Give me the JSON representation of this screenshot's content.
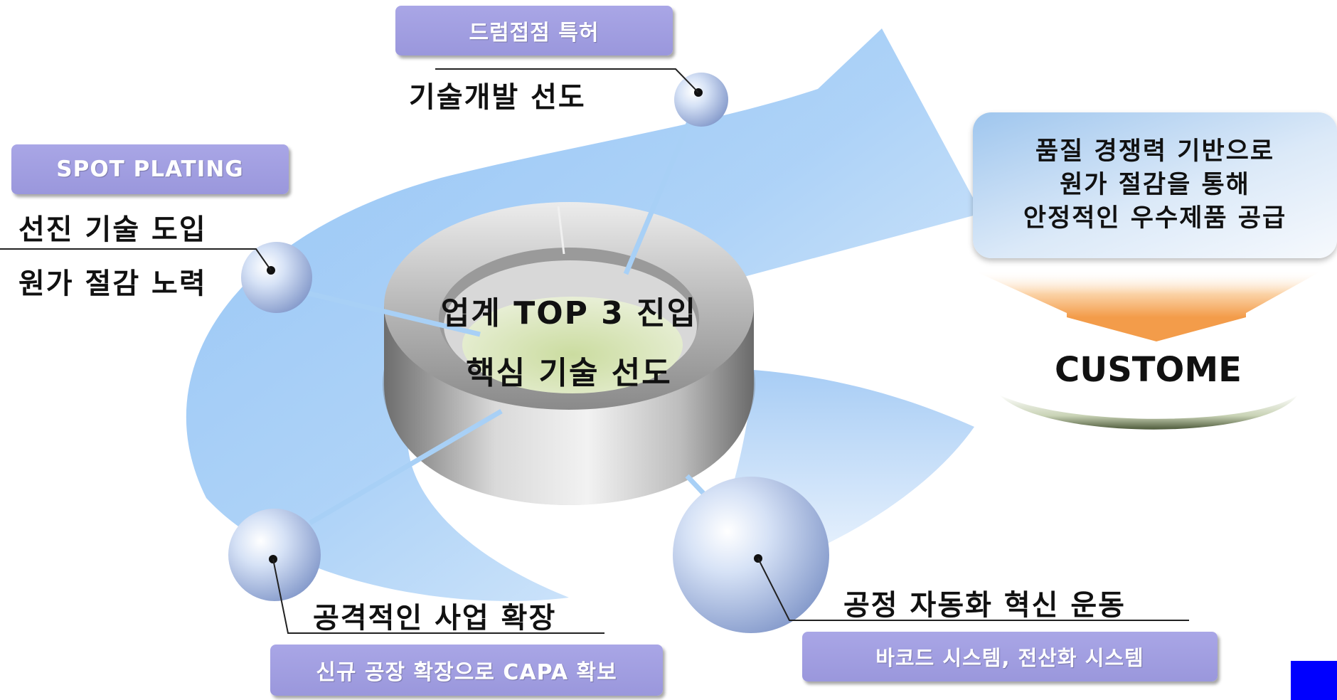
{
  "patent_label": "드럼접점 특허",
  "tech_dev_label": "기술개발 선도",
  "spot_plating_label": "SPOT PLATING",
  "advanced_tech_label": "선진 기술 도입",
  "cost_reduction_label": "원가 절감 노력",
  "center": {
    "line1": "업계 TOP 3 진입",
    "line2": "핵심 기술 선도"
  },
  "callout": {
    "line1": "품질 경쟁력 기반으로",
    "line2": "원가 절감을 통해",
    "line3": "안정적인 우수제품 공급"
  },
  "customer_label": "CUSTOME",
  "expansion_label": "공격적인 사업 확장",
  "capa_label": "신규 공장 확장으로 CAPA 확보",
  "automation_label": "공정 자동화  혁신 운동",
  "barcode_label": "바코드 시스템, 전산화 시스템",
  "colors": {
    "box_fill": "#9a97dc",
    "arrow_blue": "#9cc8f6",
    "sphere": "#c8d8f2",
    "down_arrow": "#f5a95c",
    "corner_square": "#0000ff"
  }
}
